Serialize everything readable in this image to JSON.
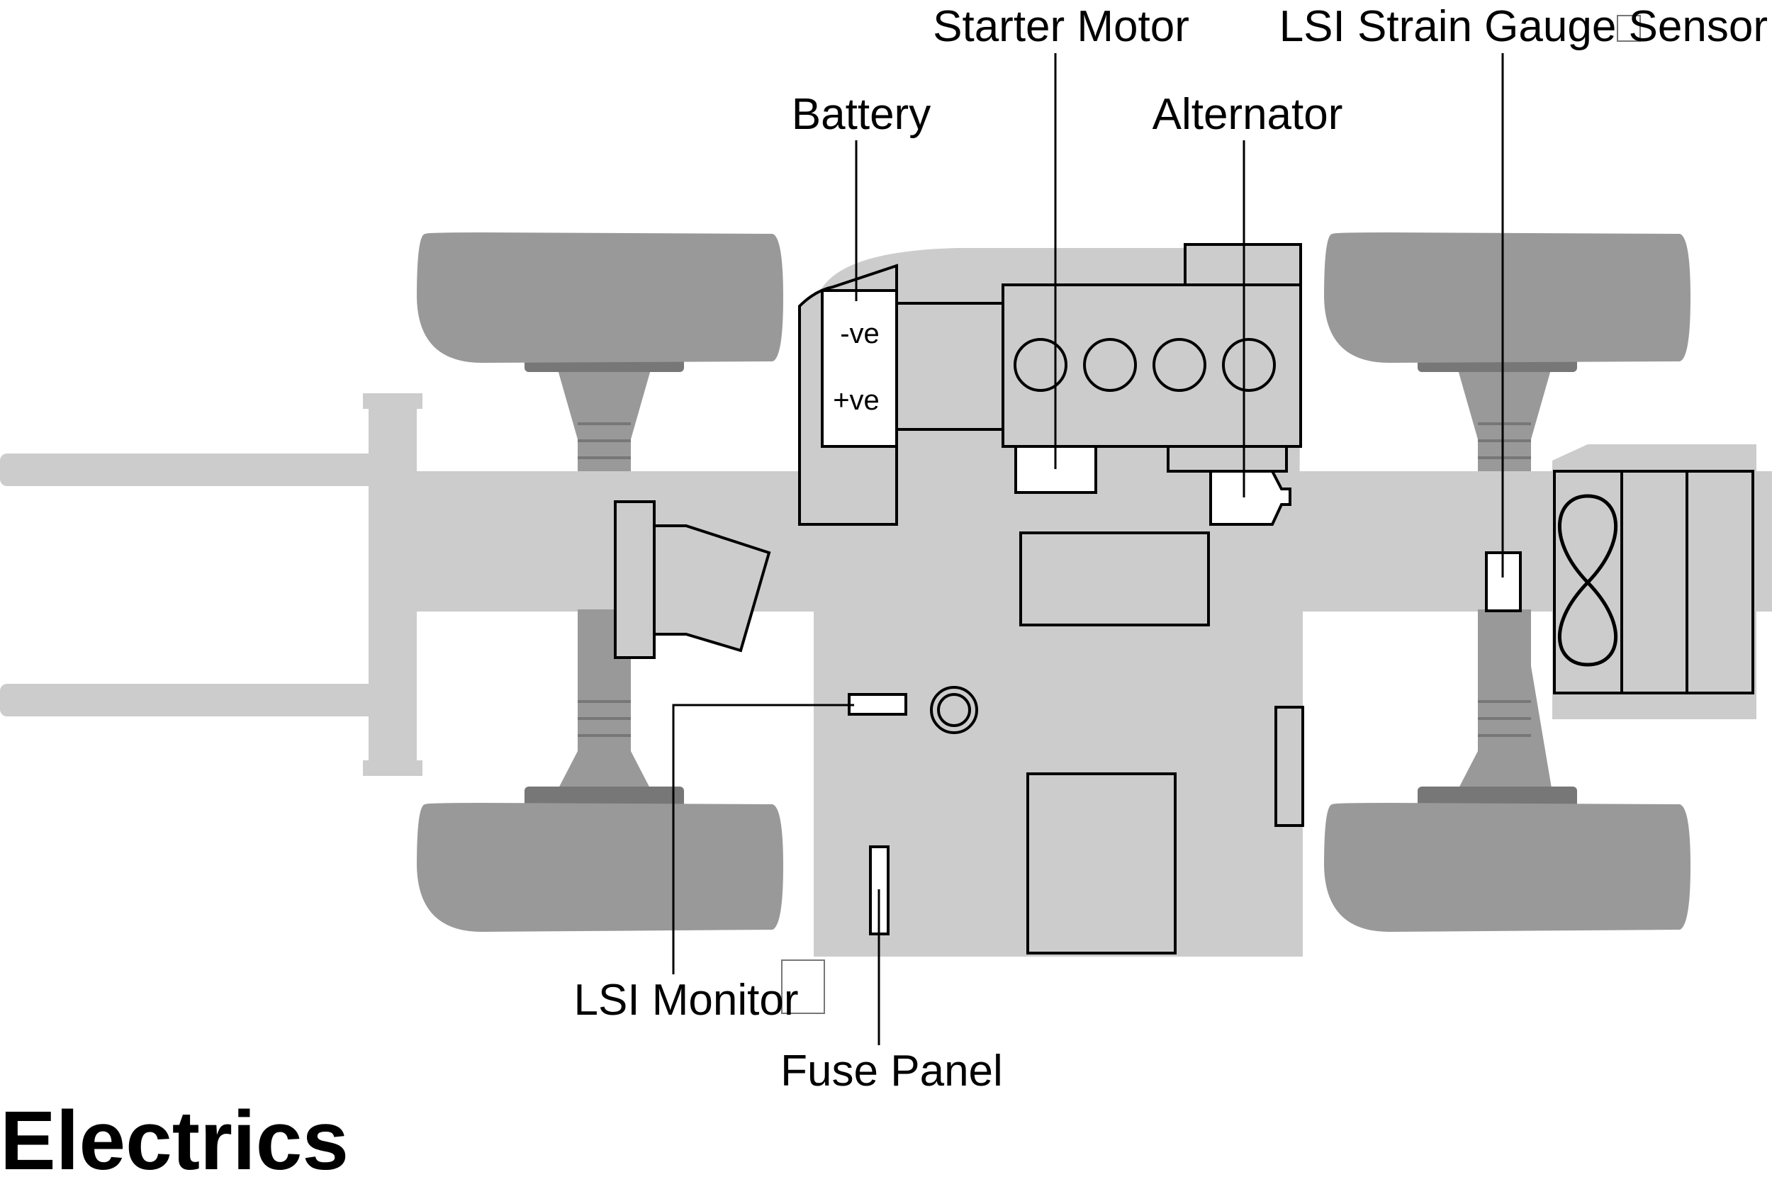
{
  "title": "Electrics",
  "labels": {
    "battery": "Battery",
    "starter_motor": "Starter Motor",
    "alternator": "Alternator",
    "strain_sensor": "LSI Strain Gauge Sensor",
    "lsi_monitor": "LSI Monitor",
    "fuse_panel": "Fuse Panel"
  },
  "battery_terminals": {
    "negative": "-ve",
    "positive": "+ve"
  },
  "colors": {
    "body": "#cccccc",
    "wheel": "#999999",
    "wheel_rim": "#777777",
    "outline": "#000000",
    "component_fill": "#ffffff"
  }
}
